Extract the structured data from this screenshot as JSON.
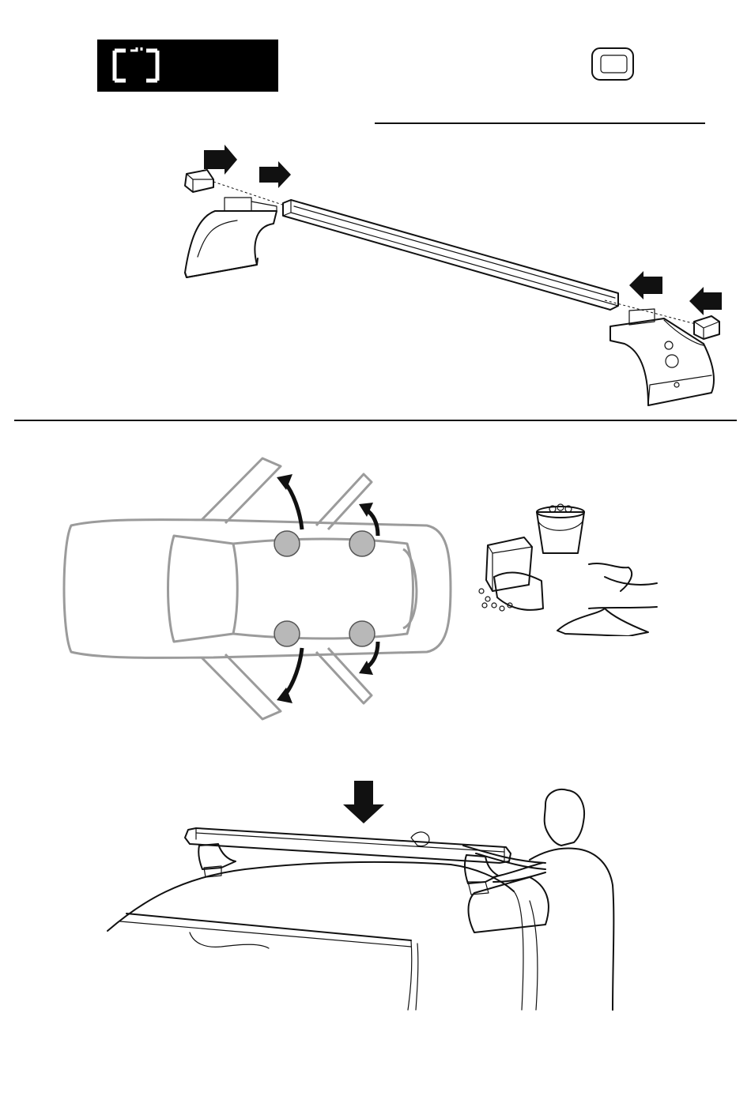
{
  "header": {
    "badge_icon": "bar-profile-icon",
    "end_cap_icon": "end-cap-icon"
  },
  "steps": [
    {
      "name": "assemble-bar-and-feet",
      "icons": [
        "end-cap",
        "foot",
        "load-bar",
        "arrow-right",
        "arrow-left"
      ]
    },
    {
      "name": "open-doors-and-clean-roof",
      "icons": [
        "car-top-view",
        "door",
        "contact-point",
        "bucket",
        "sponge",
        "cloth"
      ]
    },
    {
      "name": "place-bar-on-roof",
      "icons": [
        "arrow-down",
        "roof-bar",
        "car-roof",
        "person"
      ]
    }
  ],
  "colors": {
    "ink": "#111111",
    "badge": "#000000",
    "car_outline": "#9b9b9b",
    "contact_point": "#b8b8b8",
    "paper": "#ffffff"
  }
}
